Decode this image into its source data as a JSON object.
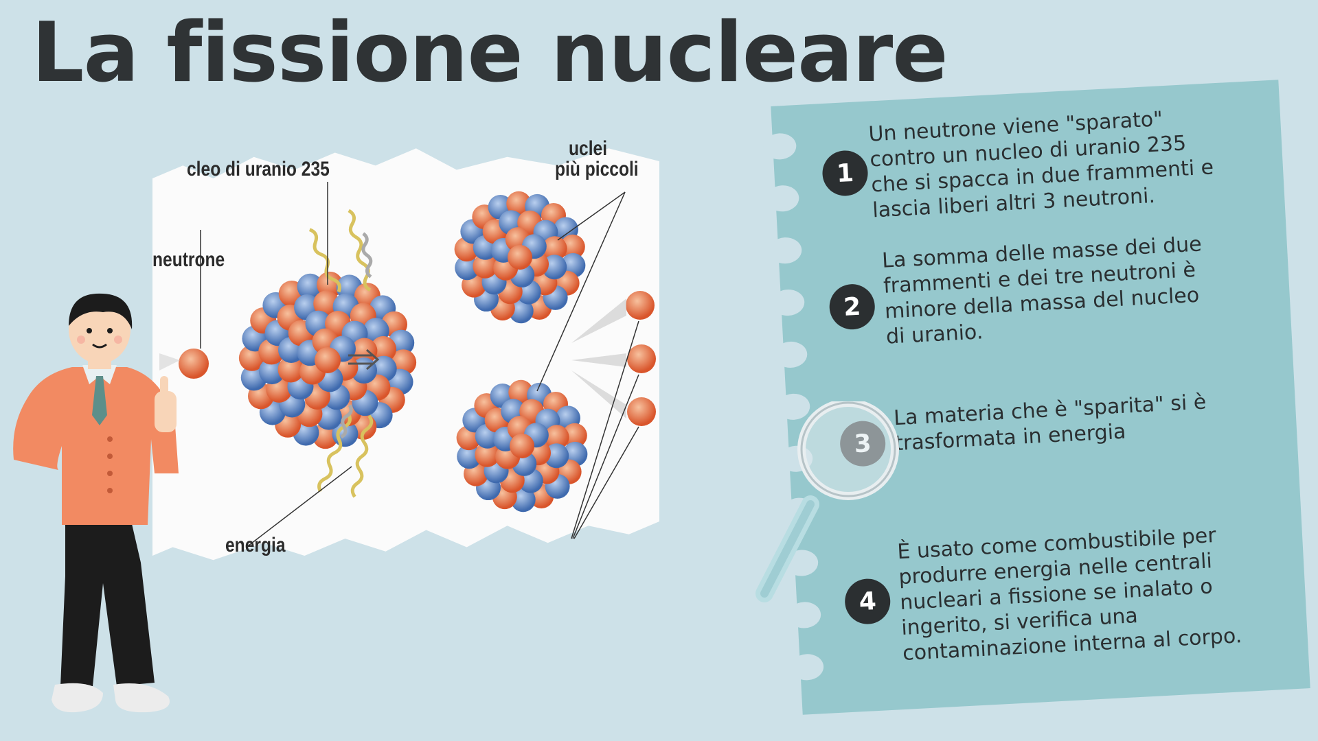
{
  "slide": {
    "title": "La fissione nucleare",
    "background_color": "#cde1e8",
    "card_color": "#96c8cd"
  },
  "diagram": {
    "labels": {
      "nucleus": "cleo di uranio 235",
      "fragments_top": "uclei",
      "fragments": "più piccoli",
      "neutron": "neutrone",
      "energy": "energia"
    },
    "colors": {
      "proton": "#e36b42",
      "neutron": "#5d86c4",
      "wave": "#d8c25e"
    },
    "icons": [
      "arrow-icon",
      "uranium-nucleus-icon",
      "fragment-nucleus-icon",
      "energy-wave-icon"
    ]
  },
  "steps": [
    {
      "number": "1",
      "text": "Un neutrone viene \"sparato\" contro un nucleo di uranio 235 che si spacca in due frammenti e lascia liberi altri 3 neutroni."
    },
    {
      "number": "2",
      "text": "La somma delle masse dei due frammenti e dei tre neutroni è minore della massa del nucleo di uranio."
    },
    {
      "number": "3",
      "text": "La materia che è \"sparita\" si è trasformata in energia"
    },
    {
      "number": "4",
      "text": "È usato come combustibile per produrre energia nelle centrali nucleari a fissione se inalato o ingerito, si verifica una contaminazione interna al corpo."
    }
  ],
  "decorations": [
    "teacher-character",
    "magnifying-glass-icon"
  ]
}
